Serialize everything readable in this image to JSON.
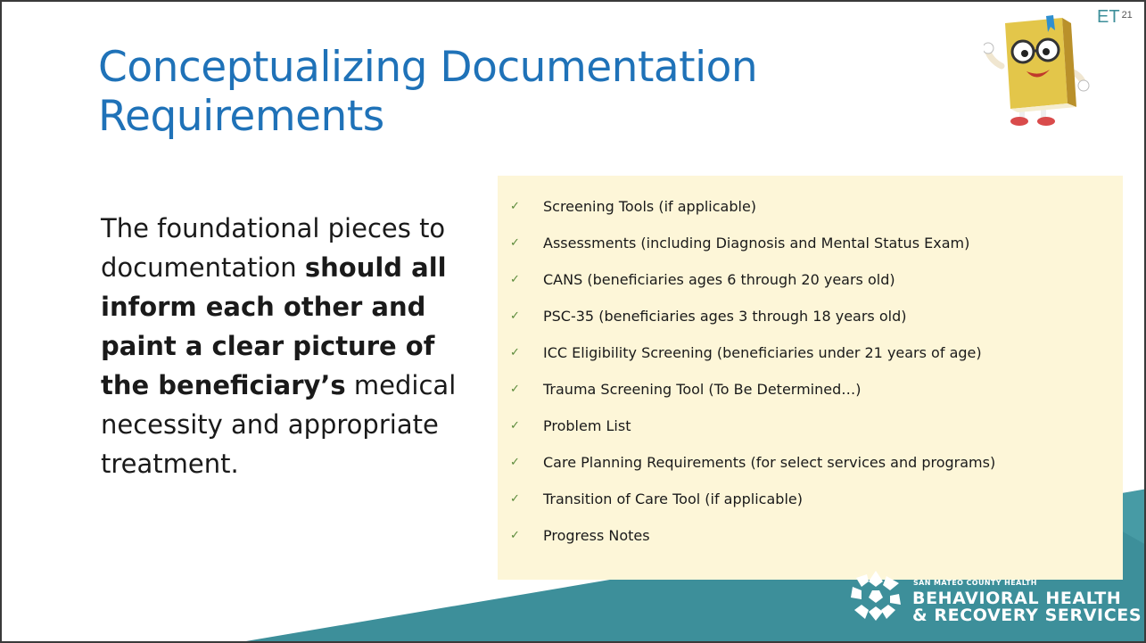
{
  "slide": {
    "title_line1": "Conceptualizing Documentation",
    "title_line2": "Requirements",
    "slide_label": "ET",
    "slide_number": "21"
  },
  "body": {
    "normal1": "The foundational pieces to documentation ",
    "bold": "should all inform each other and paint a clear picture of the beneficiary’s",
    "normal2": "  medical necessity and appropriate treatment."
  },
  "checklist": {
    "icon": "checkmark-icon",
    "items": [
      "Screening Tools (if applicable)",
      "Assessments (including Diagnosis and Mental Status Exam)",
      "CANS (beneficiaries ages 6 through 20 years old)",
      "PSC-35 (beneficiaries ages 3 through 18 years old)",
      "ICC Eligibility Screening (beneficiaries under 21 years of age)",
      "Trauma Screening Tool (To Be Determined…)",
      "Problem List",
      "Care Planning Requirements (for select services and programs)",
      "Transition of Care Tool (if applicable)",
      "Progress Notes"
    ]
  },
  "logo": {
    "small": "SAN MATEO COUNTY HEALTH",
    "line1": "BEHAVIORAL HEALTH",
    "line2": "& RECOVERY SERVICES"
  },
  "colors": {
    "title": "#1f72b8",
    "teal": "#3d8f9a",
    "checklist_bg": "#fdf6d8",
    "check": "#5b8a3a"
  }
}
